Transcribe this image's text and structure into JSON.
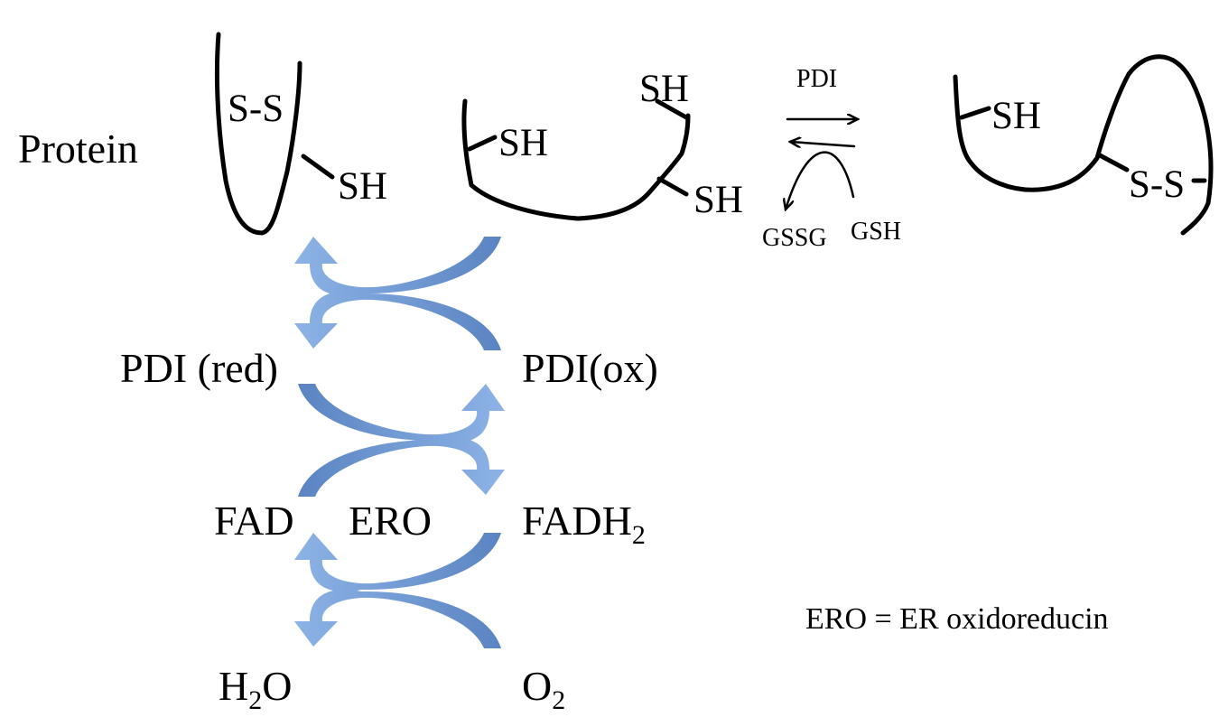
{
  "labels": {
    "protein": "Protein",
    "ss_left": "S-S",
    "sh_left": "SH",
    "sh_mid_left": "SH",
    "sh_mid_top": "SH",
    "sh_mid_right": "SH",
    "pdi_equilibrium": "PDI",
    "gssg": "GSSG",
    "gsh": "GSH",
    "sh_right": "SH",
    "ss_right": "S-S",
    "pdi_red": "PDI (red)",
    "pdi_ox": "PDI(ox)",
    "fad": "FAD",
    "ero": "ERO",
    "fadh2_main": "FADH",
    "fadh2_sub": "2",
    "h2o_h": "H",
    "h2o_sub": "2",
    "h2o_o": "O",
    "o2_o": "O",
    "o2_sub": "2",
    "legend": "ERO = ER oxidoreducin"
  },
  "colors": {
    "arrow_light": "#7ea6dc",
    "arrow_dark": "#4a75b3",
    "ink": "#000000"
  }
}
